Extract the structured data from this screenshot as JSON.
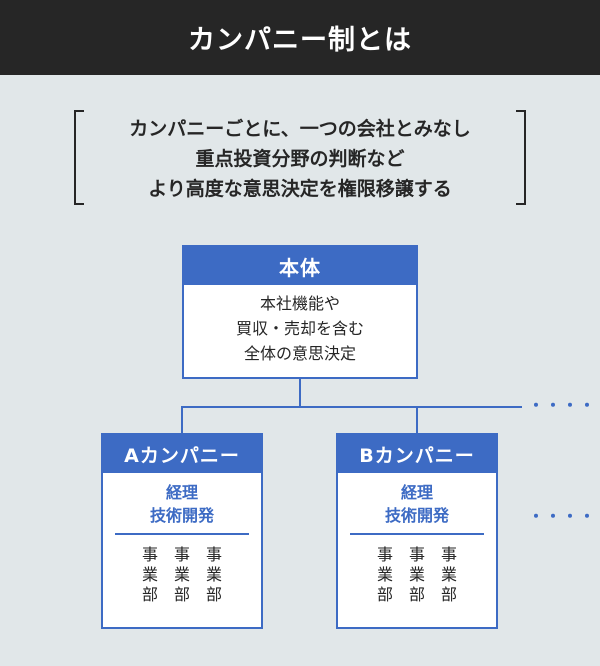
{
  "header": {
    "title": "カンパニー制とは"
  },
  "summary": {
    "lines": [
      "カンパニーごとに、一つの会社とみなし",
      "重点投資分野の判断など",
      "より高度な意思決定を権限移譲する"
    ]
  },
  "headquarters": {
    "title": "本体",
    "description": [
      "本社機能や",
      "買収・売却を含む",
      "全体の意思決定"
    ]
  },
  "companies": [
    {
      "title": "Aカンパニー",
      "functions": [
        "経理",
        "技術開発"
      ],
      "divisions": [
        "事業部",
        "事業部",
        "事業部"
      ]
    },
    {
      "title": "Bカンパニー",
      "functions": [
        "経理",
        "技術開発"
      ],
      "divisions": [
        "事業部",
        "事業部",
        "事業部"
      ]
    }
  ],
  "more_indicator": "・・・・",
  "colors": {
    "accent": "#3d6bc4",
    "header_bg": "#262626",
    "page_bg": "#e1e7e9"
  }
}
